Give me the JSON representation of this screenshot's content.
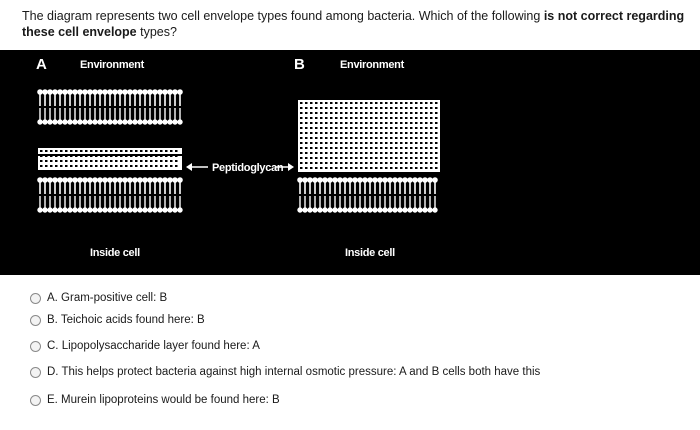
{
  "question": {
    "part1": "The diagram represents two cell envelope types found among bacteria.  Which of the following ",
    "emphasis": "is not correct regarding these cell envelope",
    "part2": " types?"
  },
  "figure": {
    "panel_a": {
      "letter": "A",
      "top_label": "Environment",
      "bottom_label": "Inside cell"
    },
    "panel_b": {
      "letter": "B",
      "top_label": "Environment",
      "bottom_label": "Inside cell"
    },
    "middle_label": "Peptidoglycan",
    "colors": {
      "background": "#000000",
      "structure": "#ffffff"
    }
  },
  "options": [
    {
      "text": "A. Gram-positive cell:  B"
    },
    {
      "text": "B. Teichoic acids found here:  B"
    },
    {
      "text": "C. Lipopolysaccharide layer found here:  A"
    },
    {
      "text": "D. This helps protect bacteria against high internal osmotic pressure:  A and B cells both have this"
    },
    {
      "text": "E. Murein lipoproteins would be found here:  B"
    }
  ]
}
